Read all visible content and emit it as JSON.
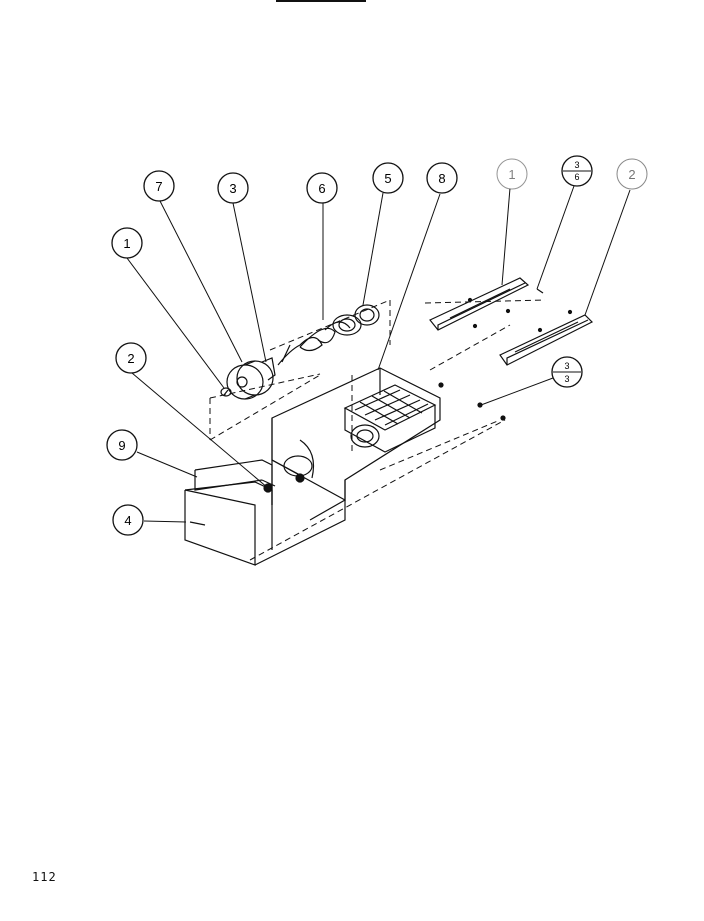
{
  "page_number": "112",
  "callouts": [
    {
      "id": "c7",
      "label": "7"
    },
    {
      "id": "c3a",
      "label": "3"
    },
    {
      "id": "c6",
      "label": "6"
    },
    {
      "id": "c5",
      "label": "5"
    },
    {
      "id": "c8",
      "label": "8"
    },
    {
      "id": "c1r",
      "label": "1"
    },
    {
      "id": "c2r",
      "label": "2"
    },
    {
      "id": "c1l",
      "label": "1"
    },
    {
      "id": "c2l",
      "label": "2"
    },
    {
      "id": "c9",
      "label": "9"
    },
    {
      "id": "c4",
      "label": "4"
    }
  ],
  "fraction_callouts": [
    {
      "id": "f36",
      "top": "3",
      "bottom": "6"
    },
    {
      "id": "f33",
      "top": "3",
      "bottom": "3"
    }
  ],
  "colors": {
    "ink": "#111111",
    "paper": "#ffffff"
  }
}
